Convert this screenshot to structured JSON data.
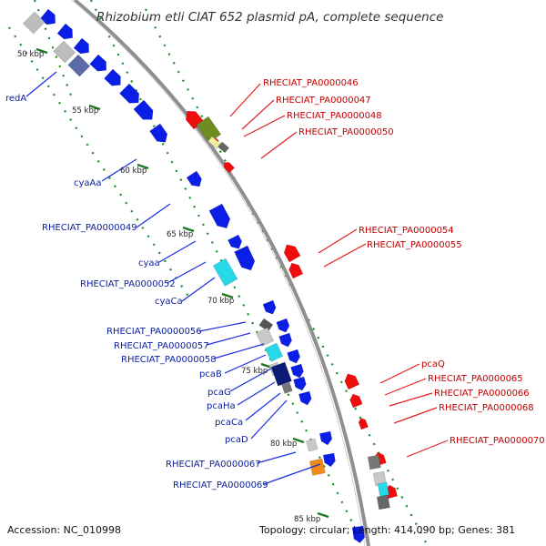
{
  "title": "Rhizobium etli CIAT 652 plasmid pA, complete sequence",
  "footer": {
    "accession": "Accession: NC_010998",
    "topology": "Topology: circular; Length: 414,090 bp; Genes: 381"
  },
  "colors": {
    "backbone": "#8c8c8c",
    "forward_gene": "#0a1ee6",
    "reverse_gene": "#ee0c0c",
    "label_blue": "#0a1e9c",
    "label_red": "#c00000",
    "tick_green": "#1e8c1e",
    "leader_blue": "#1a2ee0",
    "leader_red": "#e02020"
  },
  "kbp_markers": [
    "50 kbp",
    "55 kbp",
    "60 kbp",
    "65 kbp",
    "70 kbp",
    "75 kbp",
    "80 kbp",
    "85 kbp"
  ],
  "left_labels": [
    "redA",
    "cyaAa",
    "RHECIAT_PA0000049",
    "cyaa",
    "RHECIAT_PA0000052",
    "cyaCa",
    "RHECIAT_PA0000056",
    "RHECIAT_PA0000057",
    "RHECIAT_PA0000058",
    "pcaB",
    "pcaG",
    "pcaHa",
    "pcaCa",
    "pcaD",
    "RHECIAT_PA0000067",
    "RHECIAT_PA0000069"
  ],
  "right_labels": [
    "RHECIAT_PA0000046",
    "RHECIAT_PA0000047",
    "RHECIAT_PA0000048",
    "RHECIAT_PA0000050",
    "RHECIAT_PA0000054",
    "RHECIAT_PA0000055",
    "pcaQ",
    "RHECIAT_PA0000065",
    "RHECIAT_PA0000066",
    "RHECIAT_PA0000068",
    "RHECIAT_PA0000070"
  ]
}
